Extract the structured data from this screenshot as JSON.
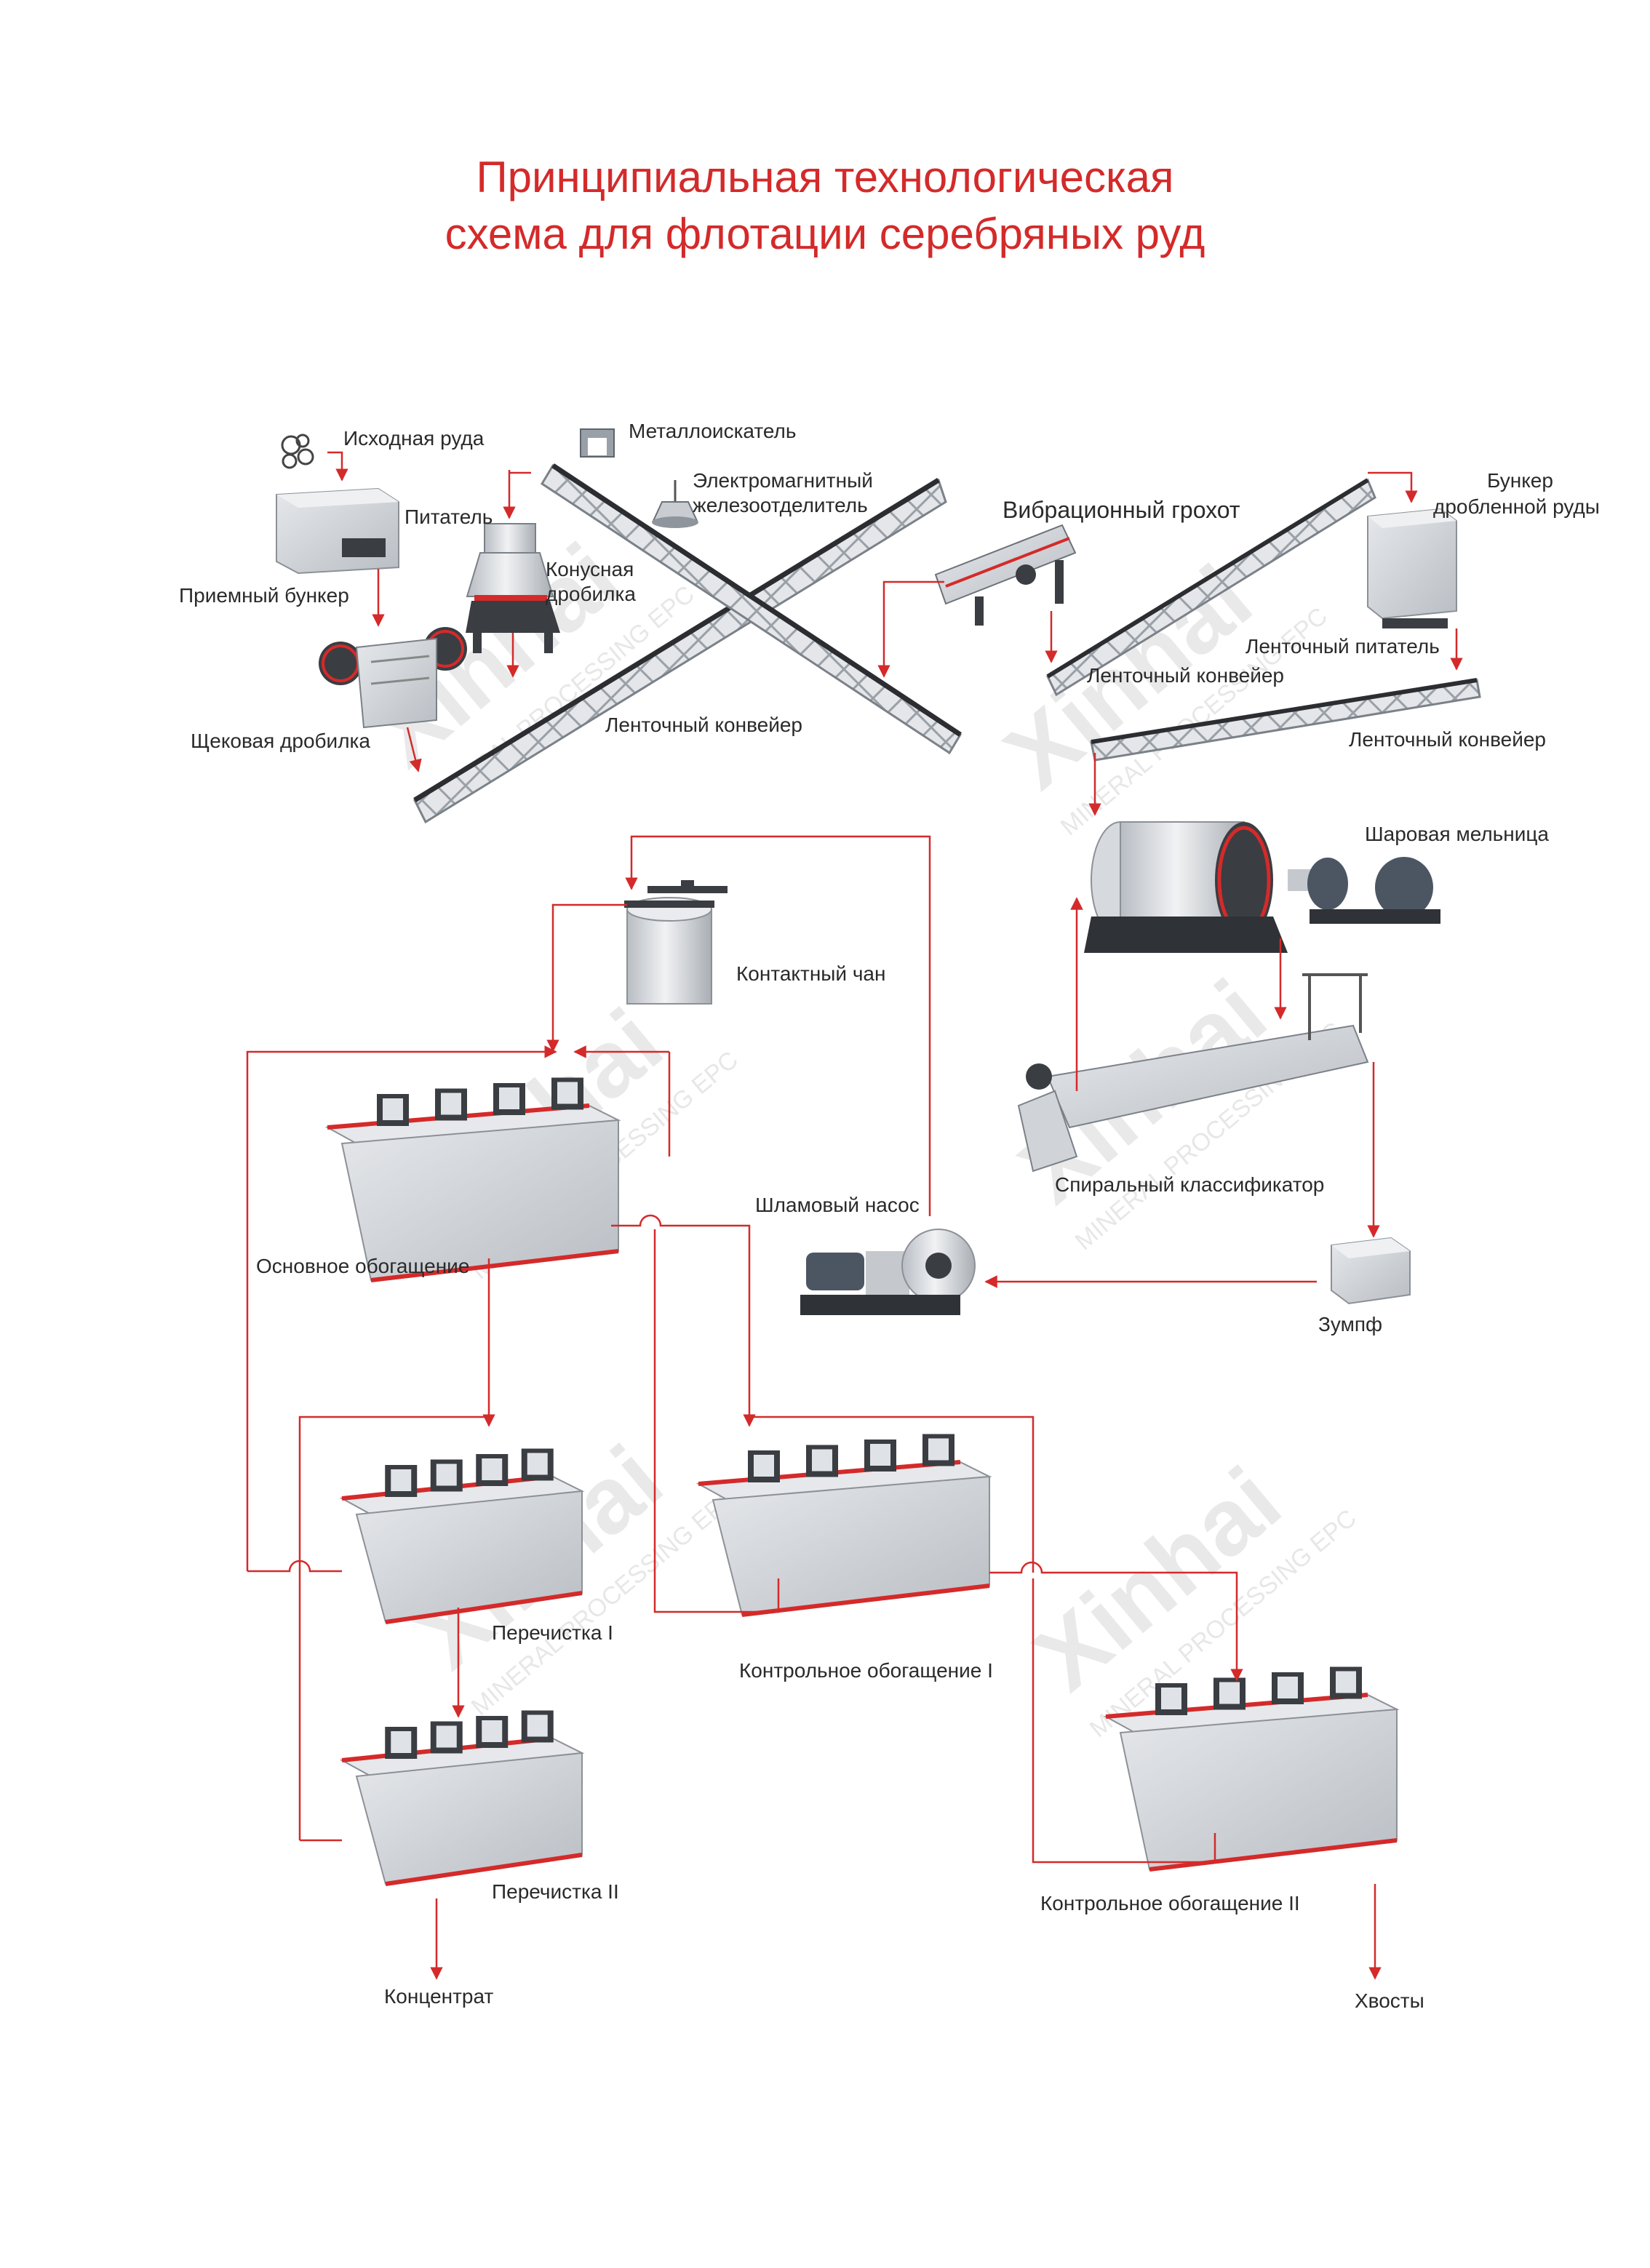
{
  "title": {
    "line1": "Принципиальная технологическая",
    "line2": "схема для флотации серебряных руд"
  },
  "labels": {
    "raw_ore": "Исходная руда",
    "metal_detector": "Металлоискатель",
    "electromagnet_line1": "Электромагнитный",
    "electromagnet_line2": "железоотделитель",
    "feeder": "Питатель",
    "cone_crusher_line1": "Конусная",
    "cone_crusher_line2": "дробилка",
    "receiving_bin": "Приемный бункер",
    "jaw_crusher": "Щековая дробилка",
    "belt_conveyor_1": "Ленточный конвейер",
    "vibrating_screen": "Вибрационный грохот",
    "crushed_ore_bin_line1": "Бункер",
    "crushed_ore_bin_line2": "дробленной руды",
    "belt_feeder": "Ленточный питатель",
    "belt_conveyor_2": "Ленточный конвейер",
    "belt_conveyor_3": "Ленточный конвейер",
    "ball_mill": "Шаровая мельница",
    "contact_tank": "Контактный чан",
    "spiral_classifier": "Спиральный классификатор",
    "slurry_pump": "Шламовый насос",
    "rougher": "Основное обогащение",
    "sump": "Зумпф",
    "cleaner_1": "Перечистка I",
    "scavenger_1": "Контрольное обогащение I",
    "cleaner_2": "Перечистка II",
    "scavenger_2": "Контрольное обогащение II",
    "concentrate": "Концентрат",
    "tailings": "Хвосты"
  },
  "watermark": {
    "brand": "Xinhai",
    "sub": "MINERAL PROCESSING EPC"
  },
  "colors": {
    "title": "#d42a2a",
    "flow_line": "#d42a2a",
    "equipment": "#cfd3d8",
    "equipment_dark": "#3a3d42"
  }
}
